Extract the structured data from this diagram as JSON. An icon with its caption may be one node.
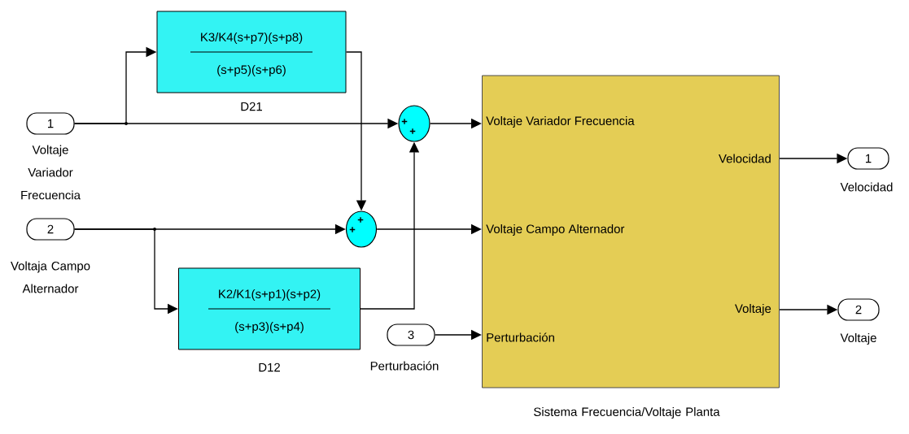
{
  "diagram": {
    "nodes": [
      {
        "text": [
          "1"
        ],
        "beside": [
          "Voltaje Variador Frecuencia"
        ]
      },
      {
        "text": [
          "2"
        ],
        "beside": [
          "Voltaja Campo Alternador"
        ]
      },
      {
        "text": [
          "K3/K4(s+p7)(s+p8)",
          "(s+p5)(s+p6)"
        ],
        "beside": [
          "D21"
        ]
      },
      {
        "text": [
          "K2/K1(s+p1)(s+p2)",
          "(s+p3)(s+p4)"
        ],
        "beside": [
          "D12"
        ]
      },
      {
        "text": [
          "+",
          "+"
        ]
      },
      {
        "text": [
          "+",
          "+"
        ]
      },
      {
        "text": [
          "3"
        ],
        "beside": [
          "Perturbación"
        ]
      },
      {
        "text": [
          "Voltaje Variador Frecuencia",
          "Voltaje Campo Alternador",
          "Perturbación",
          "Velocidad",
          "Voltaje"
        ],
        "beside": [
          "Sistema Frecuencia/Voltaje Planta"
        ]
      },
      {
        "text": [
          "1"
        ],
        "beside": [
          "Velocidad"
        ]
      },
      {
        "text": [
          "2"
        ],
        "beside": [
          "Voltaje"
        ]
      }
    ],
    "edges": [
      {
        "from": 0,
        "to": 4,
        "arrow": "to"
      },
      {
        "from": 0,
        "to": 2,
        "arrow": "to"
      },
      {
        "from": 2,
        "to": 5,
        "arrow": "to"
      },
      {
        "from": 1,
        "to": 5,
        "arrow": "to"
      },
      {
        "from": 1,
        "to": 3,
        "arrow": "to"
      },
      {
        "from": 3,
        "to": 4,
        "arrow": "to"
      },
      {
        "from": 4,
        "to": 7,
        "arrow": "to"
      },
      {
        "from": 5,
        "to": 7,
        "arrow": "to"
      },
      {
        "from": 6,
        "to": 7,
        "arrow": "to"
      },
      {
        "from": 7,
        "to": 8,
        "arrow": "to"
      },
      {
        "from": 7,
        "to": 9,
        "arrow": "to"
      }
    ]
  }
}
